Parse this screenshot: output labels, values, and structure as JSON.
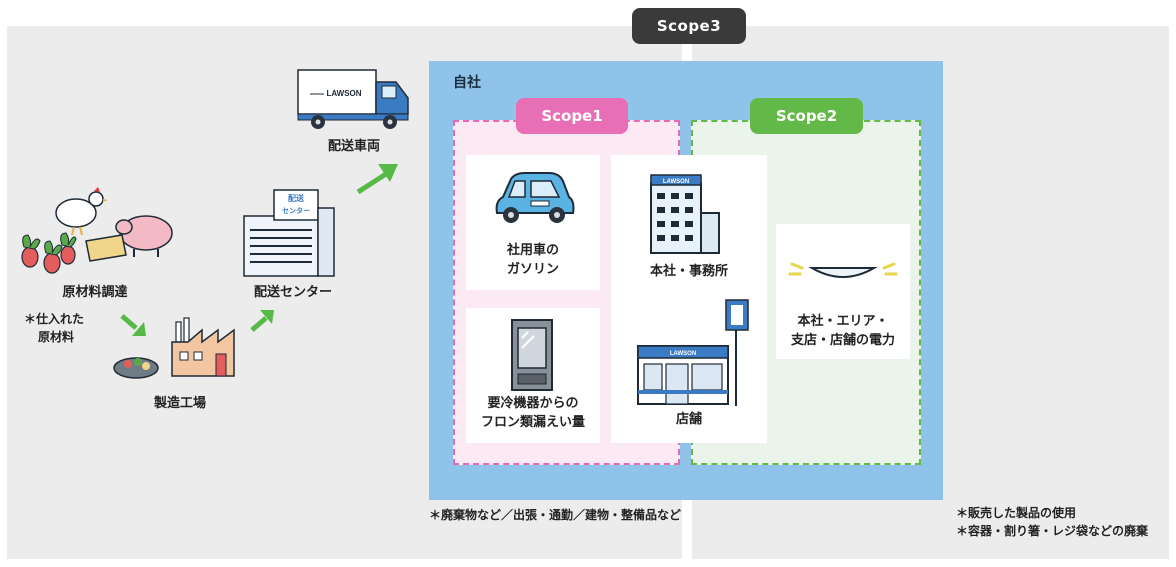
{
  "scope3": {
    "label": "Scope3"
  },
  "company": {
    "label": "自社"
  },
  "scope1": {
    "label": "Scope1",
    "color": "#e86eb6",
    "items": [
      {
        "line1": "社用車の",
        "line2": "ガソリン",
        "icon": "car-icon"
      },
      {
        "line1": "要冷機器からの",
        "line2": "フロン類漏えい量",
        "icon": "refrigerator-icon"
      }
    ]
  },
  "scope1_scope2_shared": {
    "items": [
      {
        "line1": "本社・事務所",
        "icon": "office-building-icon"
      },
      {
        "line1": "店舗",
        "icon": "store-icon"
      }
    ]
  },
  "scope2": {
    "label": "Scope2",
    "color": "#63b947",
    "items": [
      {
        "line1": "本社・エリア・",
        "line2": "支店・店舗の電力",
        "icon": "ceiling-light-icon"
      }
    ]
  },
  "supply_chain": {
    "procurement": {
      "label": "原材料調達",
      "note_line1": "＊仕入れた",
      "note_line2": "原材料"
    },
    "factory": {
      "label": "製造工場"
    },
    "distribution_center": {
      "label": "配送センター",
      "sign": "配送センター"
    },
    "delivery_truck": {
      "label": "配送車両",
      "brand": "LAWSON"
    }
  },
  "store_brand": "LAWSON",
  "notes": {
    "bottom_center": "＊廃棄物など／出張・通勤／建物・整備品など",
    "bottom_right_line1": "＊販売した製品の使用",
    "bottom_right_line2": "＊容器・割り箸・レジ袋などの廃棄"
  },
  "colors": {
    "arrow": "#57b947",
    "company_bg": "#8fc3ea",
    "scope3_bg": "#ececec"
  }
}
